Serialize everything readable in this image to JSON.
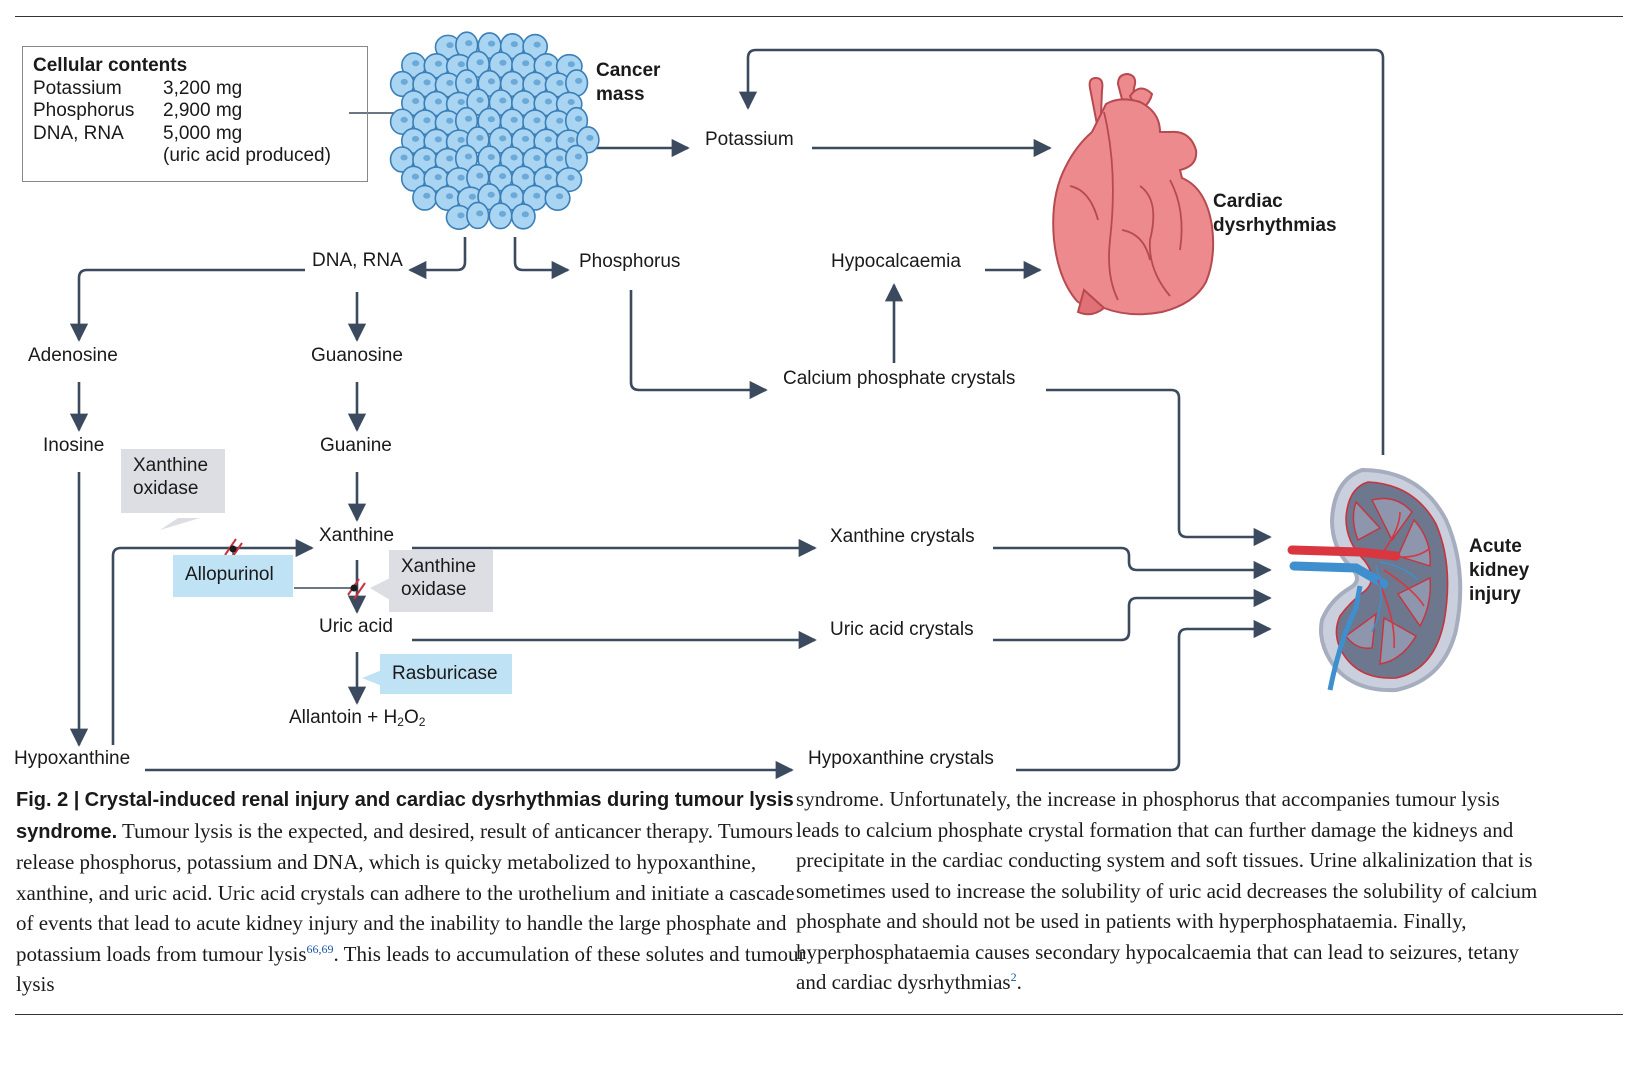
{
  "cellular_contents": {
    "title": "Cellular contents",
    "rows": [
      {
        "name": "Potassium",
        "value": "3,200 mg"
      },
      {
        "name": "Phosphorus",
        "value": "2,900 mg"
      },
      {
        "name": "DNA, RNA",
        "value": "5,000 mg"
      },
      {
        "name": "",
        "value": "(uric acid produced)"
      }
    ]
  },
  "nodes": {
    "cancer_mass_line1": "Cancer",
    "cancer_mass_line2": "mass",
    "potassium": "Potassium",
    "cardiac_line1": "Cardiac",
    "cardiac_line2": "dysrhythmias",
    "dna_rna": "DNA, RNA",
    "phosphorus": "Phosphorus",
    "hypocalcaemia": "Hypocalcaemia",
    "adenosine": "Adenosine",
    "guanosine": "Guanosine",
    "calcium_phosphate_crystals": "Calcium phosphate crystals",
    "inosine": "Inosine",
    "guanine": "Guanine",
    "xanthine_oxidase_1_line1": "Xanthine",
    "xanthine_oxidase_1_line2": "oxidase",
    "xanthine": "Xanthine",
    "xanthine_crystals": "Xanthine crystals",
    "allopurinol": "Allopurinol",
    "xanthine_oxidase_2_line1": "Xanthine",
    "xanthine_oxidase_2_line2": "oxidase",
    "uric_acid": "Uric acid",
    "uric_acid_crystals": "Uric acid crystals",
    "rasburicase": "Rasburicase",
    "allantoin_text": "Allantoin + H",
    "allantoin_sub1": "2",
    "allantoin_o": "O",
    "allantoin_sub2": "2",
    "hypoxanthine": "Hypoxanthine",
    "hypoxanthine_crystals": "Hypoxanthine crystals",
    "aki_line1": "Acute",
    "aki_line2": "kidney",
    "aki_line3": "injury"
  },
  "caption": {
    "fig_number": "Fig. 2 |",
    "title": "Crystal-induced renal injury and cardiac dysrhythmias during tumour lysis syndrome.",
    "col1_text": "Tumour lysis is the expected, and desired, result of anticancer therapy. Tumours release phosphorus, potassium and DNA, which is quicky metabolized to hypoxanthine, xanthine, and uric acid. Uric acid crystals can adhere to the urothelium and initiate a cascade of events that lead to acute kidney injury and the inability to handle the large phosphate and potassium loads from tumour lysis",
    "col1_ref": "66,69",
    "col1_end": ". This leads to accumulation of these solutes and tumour lysis",
    "col2_text": "syndrome. Unfortunately, the increase in phosphorus that accompanies tumour lysis leads to calcium phosphate crystal formation that can further damage the kidneys and precipitate in the cardiac conducting system and soft tissues. Urine alkalinization that is sometimes used to increase the solubility of uric acid decreases the solubility of calcium phosphate and should not be used in patients with hyperphosphataemia. Finally, hyperphosphataemia causes secondary hypocalcaemia that can lead to seizures, tetany and cardiac dysrhythmias",
    "col2_ref": "2",
    "col2_end": "."
  },
  "colors": {
    "arrow": "#3b4a5e",
    "cell_fill": "#a9d5f2",
    "cell_stroke": "#3a7fb8",
    "heart_fill": "#ec8a8d",
    "heart_stroke": "#b74a50",
    "kidney_fill": "#c9cfdc",
    "inhibitor": "#c8333d",
    "grey_box": "#dcdee4",
    "blue_box": "#bfe3f4"
  }
}
